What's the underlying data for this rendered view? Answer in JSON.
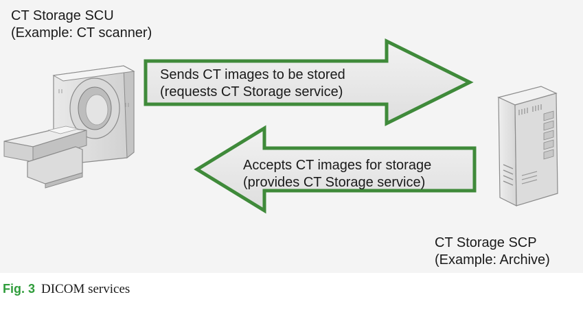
{
  "scu": {
    "title": "CT Storage SCU",
    "example": "(Example: CT scanner)"
  },
  "scp": {
    "title": "CT Storage SCP",
    "example": "(Example: Archive)"
  },
  "send_arrow": {
    "line1": "Sends CT images to be stored",
    "line2": "(requests CT Storage service)"
  },
  "accept_arrow": {
    "line1": "Accepts CT images for storage",
    "line2": "(provides CT Storage service)"
  },
  "caption": {
    "fig_number": "Fig. 3",
    "text": "DICOM services"
  },
  "colors": {
    "arrow_border": "#3f8a3a",
    "arrow_fill": "#e8e8e8",
    "caption_accent": "#2e9c3a",
    "figure_background": "#f4f4f4"
  }
}
